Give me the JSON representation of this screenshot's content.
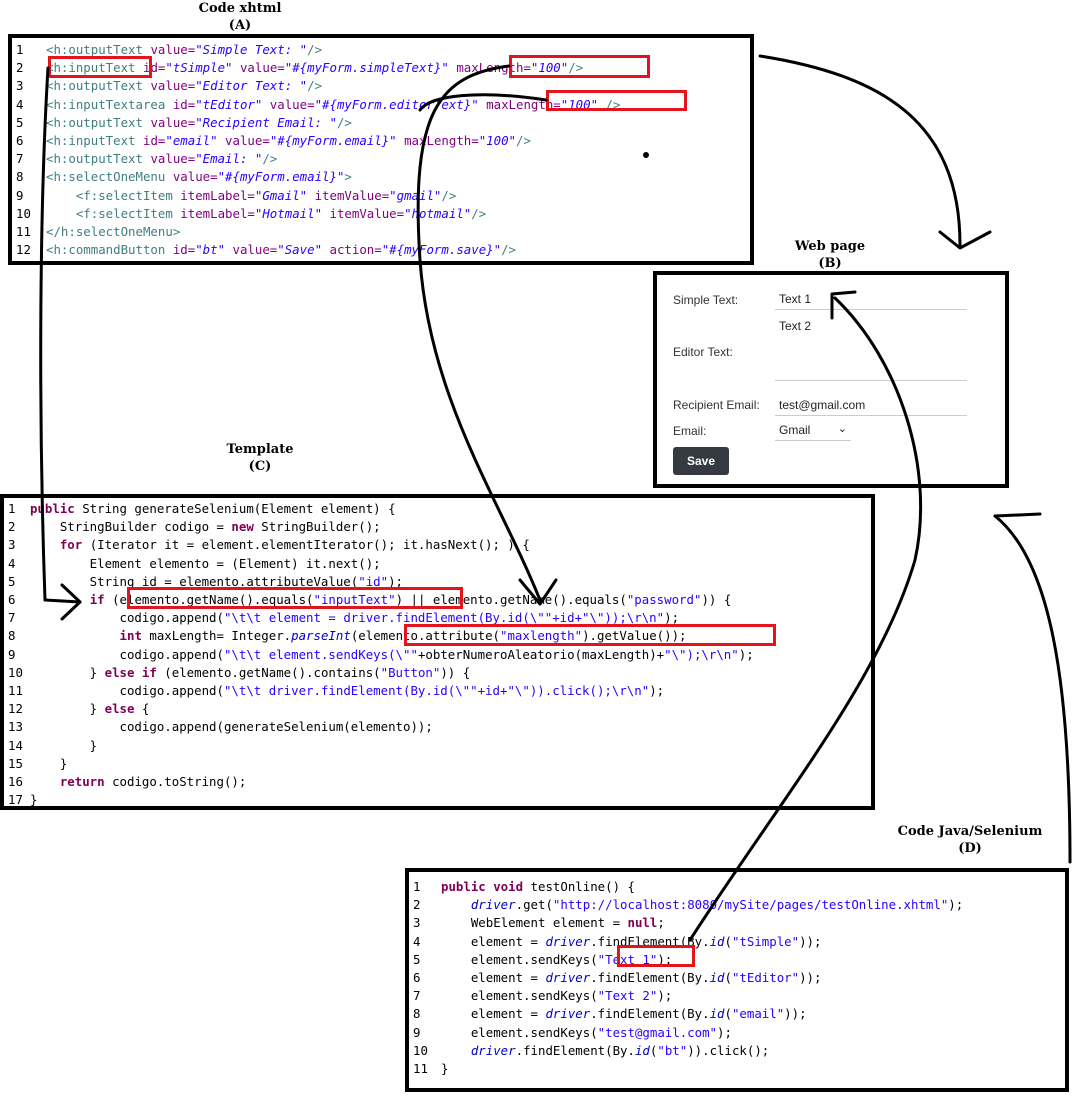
{
  "titles": {
    "a": {
      "name": "Code xhtml",
      "letter": "(A)"
    },
    "b": {
      "name": "Web page",
      "letter": "(B)"
    },
    "c": {
      "name": "Template",
      "letter": "(C)"
    },
    "d": {
      "name": "Code Java/Selenium",
      "letter": "(D)"
    }
  },
  "xhtml_code": [
    {
      "n": "1",
      "parts": [
        [
          "t",
          "<h:outputText "
        ],
        [
          "a",
          "value="
        ],
        [
          "s",
          "\"Simple Text: \""
        ],
        [
          "t",
          "/>"
        ]
      ]
    },
    {
      "n": "2",
      "parts": [
        [
          "t",
          "<h:inputText"
        ],
        [
          "a",
          " id="
        ],
        [
          "s",
          "\"tSimple\""
        ],
        [
          "a",
          " value="
        ],
        [
          "s",
          "\"#{myForm.simpleText}\""
        ],
        [
          "a",
          " maxLength="
        ],
        [
          "s",
          "\"100\""
        ],
        [
          "t",
          "/>"
        ]
      ]
    },
    {
      "n": "3",
      "parts": [
        [
          "t",
          "<h:outputText "
        ],
        [
          "a",
          "value="
        ],
        [
          "s",
          "\"Editor Text: \""
        ],
        [
          "t",
          "/>"
        ]
      ]
    },
    {
      "n": "4",
      "parts": [
        [
          "t",
          "<h:inputTextarea"
        ],
        [
          "a",
          " id="
        ],
        [
          "s",
          "\"tEditor\""
        ],
        [
          "a",
          " value="
        ],
        [
          "s",
          "\"#{myForm.editorText}\""
        ],
        [
          "a",
          " maxLength="
        ],
        [
          "s",
          "\"100\""
        ],
        [
          "t",
          " />"
        ]
      ]
    },
    {
      "n": "5",
      "parts": [
        [
          "t",
          "<h:outputText "
        ],
        [
          "a",
          "value="
        ],
        [
          "s",
          "\"Recipient Email: \""
        ],
        [
          "t",
          "/>"
        ]
      ]
    },
    {
      "n": "6",
      "parts": [
        [
          "t",
          "<h:inputText"
        ],
        [
          "a",
          " id="
        ],
        [
          "s",
          "\"email\""
        ],
        [
          "a",
          " value="
        ],
        [
          "s",
          "\"#{myForm.email}\""
        ],
        [
          "a",
          " maxLength="
        ],
        [
          "s",
          "\"100\""
        ],
        [
          "t",
          "/>"
        ]
      ]
    },
    {
      "n": "7",
      "parts": [
        [
          "t",
          "<h:outputText "
        ],
        [
          "a",
          "value="
        ],
        [
          "s",
          "\"Email: \""
        ],
        [
          "t",
          "/>"
        ]
      ]
    },
    {
      "n": "8",
      "parts": [
        [
          "t",
          "<h:selectOneMenu "
        ],
        [
          "a",
          "value="
        ],
        [
          "s",
          "\"#{myForm.email}\""
        ],
        [
          "t",
          ">"
        ]
      ]
    },
    {
      "n": "9",
      "parts": [
        [
          "t",
          "    <f:selectItem "
        ],
        [
          "a",
          "itemLabel="
        ],
        [
          "s",
          "\"Gmail\""
        ],
        [
          "a",
          " itemValue="
        ],
        [
          "s",
          "\"gmail\""
        ],
        [
          "t",
          "/>"
        ]
      ]
    },
    {
      "n": "10",
      "parts": [
        [
          "t",
          "    <f:selectItem "
        ],
        [
          "a",
          "itemLabel="
        ],
        [
          "s",
          "\"Hotmail\""
        ],
        [
          "a",
          " itemValue="
        ],
        [
          "s",
          "\"hotmail\""
        ],
        [
          "t",
          "/>"
        ]
      ]
    },
    {
      "n": "11",
      "parts": [
        [
          "t",
          "</h:selectOneMenu>"
        ]
      ]
    },
    {
      "n": "12",
      "parts": [
        [
          "t",
          "<h:commandButton"
        ],
        [
          "a",
          " id="
        ],
        [
          "s",
          "\"bt\""
        ],
        [
          "a",
          " value="
        ],
        [
          "s",
          "\"Save\""
        ],
        [
          "a",
          " action="
        ],
        [
          "s",
          "\"#{myForm.save}\""
        ],
        [
          "t",
          "/>"
        ]
      ]
    }
  ],
  "template_code": [
    {
      "n": "1",
      "parts": [
        [
          "k",
          "public "
        ],
        [
          "p",
          "String generateSelenium(Element element) {"
        ]
      ]
    },
    {
      "n": "2",
      "parts": [
        [
          "p",
          "    StringBuilder codigo = "
        ],
        [
          "k",
          "new "
        ],
        [
          "p",
          "StringBuilder();"
        ]
      ]
    },
    {
      "n": "3",
      "parts": [
        [
          "p",
          "    "
        ],
        [
          "k",
          "for "
        ],
        [
          "p",
          "(Iterator it = element.elementIterator(); it.hasNext(); ) {"
        ]
      ]
    },
    {
      "n": "4",
      "parts": [
        [
          "p",
          "        Element elemento = (Element) it.next();"
        ]
      ]
    },
    {
      "n": "5",
      "parts": [
        [
          "p",
          "        String id = elemento.attributeValue("
        ],
        [
          "str",
          "\"id\""
        ],
        [
          "p",
          ");"
        ]
      ]
    },
    {
      "n": "6",
      "parts": [
        [
          "p",
          "        "
        ],
        [
          "k",
          "if "
        ],
        [
          "p",
          "(elemento.getName().equals("
        ],
        [
          "str",
          "\"inputText\""
        ],
        [
          "p",
          ") || elemento.getName().equals("
        ],
        [
          "str",
          "\"password\""
        ],
        [
          "p",
          ")) {"
        ]
      ]
    },
    {
      "n": "7",
      "parts": [
        [
          "p",
          "            codigo.append("
        ],
        [
          "str",
          "\"\\t\\t element = driver.findElement(By.id(\\\"\"+id+\"\\\"));\\r\\n\""
        ],
        [
          "p",
          ");"
        ]
      ]
    },
    {
      "n": "8",
      "parts": [
        [
          "p",
          "            "
        ],
        [
          "k",
          "int "
        ],
        [
          "p",
          "maxLength= Integer."
        ],
        [
          "f",
          "parseInt"
        ],
        [
          "p",
          "(elemento.attribute("
        ],
        [
          "str",
          "\"maxlength\""
        ],
        [
          "p",
          ").getValue());"
        ]
      ]
    },
    {
      "n": "9",
      "parts": [
        [
          "p",
          "            codigo.append("
        ],
        [
          "str",
          "\"\\t\\t element.sendKeys(\\\"\""
        ],
        [
          "p",
          "+obterNumeroAleatorio(maxLength)+"
        ],
        [
          "str",
          "\"\\\");\\r\\n\""
        ],
        [
          "p",
          ");"
        ]
      ]
    },
    {
      "n": "10",
      "parts": [
        [
          "p",
          "        } "
        ],
        [
          "k",
          "else if "
        ],
        [
          "p",
          "(elemento.getName().contains("
        ],
        [
          "str",
          "\"Button\""
        ],
        [
          "p",
          ")) {"
        ]
      ]
    },
    {
      "n": "11",
      "parts": [
        [
          "p",
          "            codigo.append("
        ],
        [
          "str",
          "\"\\t\\t driver.findElement(By.id(\\\"\"+id+\"\\\")).click();\\r\\n\""
        ],
        [
          "p",
          ");"
        ]
      ]
    },
    {
      "n": "12",
      "parts": [
        [
          "p",
          "        } "
        ],
        [
          "k",
          "else "
        ],
        [
          "p",
          "{"
        ]
      ]
    },
    {
      "n": "13",
      "parts": [
        [
          "p",
          "            codigo.append(generateSelenium(elemento));"
        ]
      ]
    },
    {
      "n": "14",
      "parts": [
        [
          "p",
          "        }"
        ]
      ]
    },
    {
      "n": "15",
      "parts": [
        [
          "p",
          "    }"
        ]
      ]
    },
    {
      "n": "16",
      "parts": [
        [
          "p",
          "    "
        ],
        [
          "k",
          "return "
        ],
        [
          "p",
          "codigo.toString();"
        ]
      ]
    },
    {
      "n": "17",
      "parts": [
        [
          "p",
          "}"
        ]
      ]
    }
  ],
  "java_code": [
    {
      "n": "1",
      "parts": [
        [
          "k",
          "public void "
        ],
        [
          "p",
          "testOnline() {"
        ]
      ]
    },
    {
      "n": "2",
      "parts": [
        [
          "p",
          "    "
        ],
        [
          "f",
          "driver"
        ],
        [
          "p",
          ".get("
        ],
        [
          "str",
          "\"http://localhost:8080/mySite/pages/testOnline.xhtml\""
        ],
        [
          "p",
          ");"
        ]
      ]
    },
    {
      "n": "3",
      "parts": [
        [
          "p",
          "    WebElement element = "
        ],
        [
          "k",
          "null"
        ],
        [
          "p",
          ";"
        ]
      ]
    },
    {
      "n": "4",
      "parts": [
        [
          "p",
          "    element = "
        ],
        [
          "f",
          "driver"
        ],
        [
          "p",
          ".findElement(By."
        ],
        [
          "f",
          "id"
        ],
        [
          "p",
          "("
        ],
        [
          "str",
          "\"tSimple\""
        ],
        [
          "p",
          "));"
        ]
      ]
    },
    {
      "n": "5",
      "parts": [
        [
          "p",
          "    element.sendKeys("
        ],
        [
          "str",
          "\"Text 1\""
        ],
        [
          "p",
          ");"
        ]
      ]
    },
    {
      "n": "6",
      "parts": [
        [
          "p",
          "    element = "
        ],
        [
          "f",
          "driver"
        ],
        [
          "p",
          ".findElement(By."
        ],
        [
          "f",
          "id"
        ],
        [
          "p",
          "("
        ],
        [
          "str",
          "\"tEditor\""
        ],
        [
          "p",
          "));"
        ]
      ]
    },
    {
      "n": "7",
      "parts": [
        [
          "p",
          "    element.sendKeys("
        ],
        [
          "str",
          "\"Text 2\""
        ],
        [
          "p",
          ");"
        ]
      ]
    },
    {
      "n": "8",
      "parts": [
        [
          "p",
          "    element = "
        ],
        [
          "f",
          "driver"
        ],
        [
          "p",
          ".findElement(By."
        ],
        [
          "f",
          "id"
        ],
        [
          "p",
          "("
        ],
        [
          "str",
          "\"email\""
        ],
        [
          "p",
          "));"
        ]
      ]
    },
    {
      "n": "9",
      "parts": [
        [
          "p",
          "    element.sendKeys("
        ],
        [
          "str",
          "\"test@gmail.com\""
        ],
        [
          "p",
          ");"
        ]
      ]
    },
    {
      "n": "10",
      "parts": [
        [
          "p",
          "    "
        ],
        [
          "f",
          "driver"
        ],
        [
          "p",
          ".findElement(By."
        ],
        [
          "f",
          "id"
        ],
        [
          "p",
          "("
        ],
        [
          "str",
          "\"bt\""
        ],
        [
          "p",
          ")).click();"
        ]
      ]
    },
    {
      "n": "11",
      "parts": [
        [
          "p",
          "}"
        ]
      ]
    }
  ],
  "web_page": {
    "simple_label": "Simple Text:",
    "simple_value": "Text 1",
    "editor_label": "Editor Text:",
    "editor_value": "Text 2",
    "recipient_label": "Recipient Email:",
    "recipient_value": "test@gmail.com",
    "email_label": "Email:",
    "email_selected": "Gmail",
    "save_label": "Save"
  },
  "colors": {
    "highlight": "#e3141c",
    "button_bg": "#343a40",
    "xhtml_tag": "#3f7f7f",
    "xhtml_attr": "#7f007f",
    "xhtml_value": "#2a00ff",
    "java_keyword": "#7f0055",
    "java_string": "#2a00ff"
  }
}
